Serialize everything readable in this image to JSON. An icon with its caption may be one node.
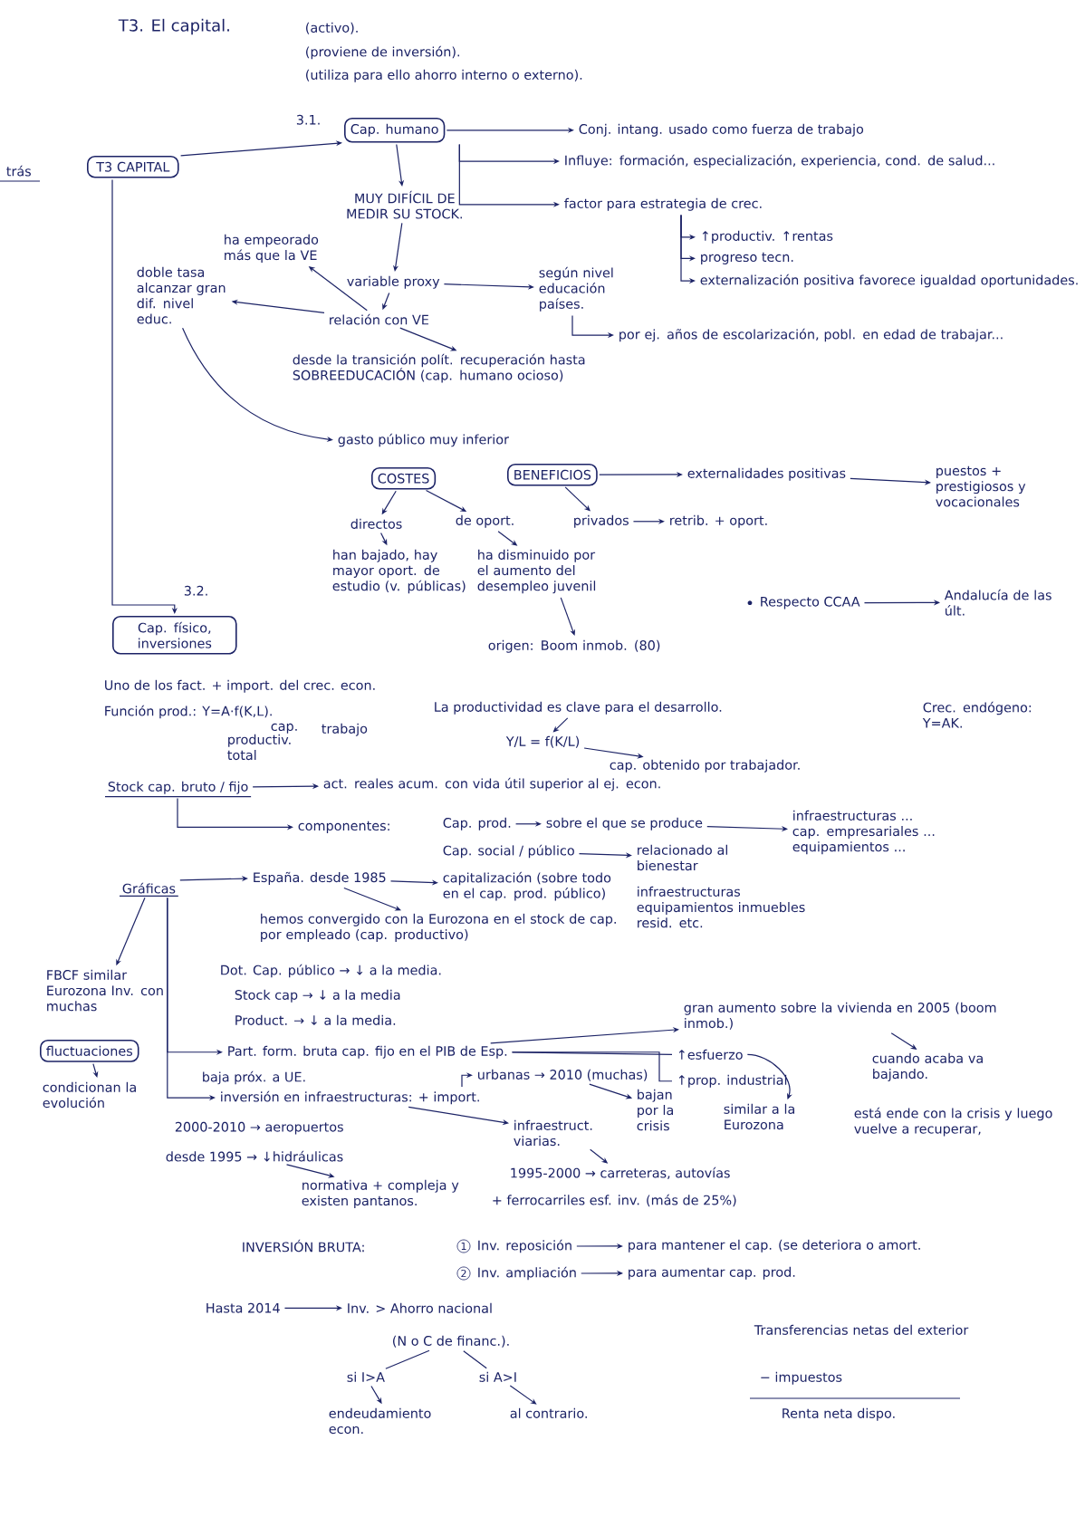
{
  "diagram": {
    "title": "T3. El capital.",
    "nodes": [
      {
        "text": [
          "T3 CAPITAL"
        ]
      },
      {
        "text": [
          "Cap. humano"
        ],
        "beside": [
          "3.1."
        ]
      },
      {
        "text": [
          "Conj. intang. usado como fuerza de trabajo"
        ]
      },
      {
        "text": [
          "Influye: formación, especialización, experiencia, cond. de salud..."
        ]
      },
      {
        "text": [
          "factor para estrategia de crec."
        ]
      },
      {
        "text": [
          "MUY DIFÍCIL DE MEDIR SU STOCK."
        ]
      },
      {
        "text": [
          "variable proxy"
        ]
      },
      {
        "text": [
          "según nivel educación países."
        ]
      },
      {
        "text": [
          "por ej. años de escolarización, pobl. en edad de trabajar..."
        ]
      },
      {
        "text": [
          "relación con VE"
        ]
      },
      {
        "text": [
          "ha empeorado más que la VE"
        ]
      },
      {
        "text": [
          "doble tasa alcanzar gran dif. nivel educ."
        ]
      },
      {
        "text": [
          "↑productiv. ↑rentas"
        ]
      },
      {
        "text": [
          "progreso tecn."
        ]
      },
      {
        "text": [
          "externalización positiva favorece igualdad oportunidades."
        ]
      },
      {
        "text": [
          "desde la transición polít. recuperación hasta SOBREEDUCACIÓN (cap. humano ocioso)"
        ]
      },
      {
        "text": [
          "gasto público muy inferior"
        ]
      },
      {
        "text": [
          "COSTES"
        ]
      },
      {
        "text": [
          "BENEFICIOS"
        ]
      },
      {
        "text": [
          "externalidades positivas"
        ]
      },
      {
        "text": [
          "puestos + prestigiosos y vocacionales"
        ]
      },
      {
        "text": [
          "directos"
        ]
      },
      {
        "text": [
          "de oport."
        ]
      },
      {
        "text": [
          "privados"
        ]
      },
      {
        "text": [
          "retrib. + oport."
        ]
      },
      {
        "text": [
          "han bajado, hay mayor oport. de estudio (v. públicas)"
        ]
      },
      {
        "text": [
          "ha disminuido por el aumento del desempleo juvenil"
        ]
      },
      {
        "text": [
          "origen: Boom inmob. (80)"
        ]
      },
      {
        "text": [
          "Respecto CCAA"
        ]
      },
      {
        "text": [
          "Andalucía de las últ."
        ]
      },
      {
        "text": [
          "Cap. físico, inversiones"
        ],
        "beside": [
          "3.2."
        ]
      },
      {
        "text": [
          "La productividad es clave para el desarrollo."
        ]
      },
      {
        "text": [
          "Y/L = f(K/L)"
        ]
      },
      {
        "text": [
          "cap. obtenido por trabajador."
        ]
      },
      {
        "text": [
          "Stock cap. bruto / fijo"
        ]
      },
      {
        "text": [
          "act. reales acum. con vida útil superior al ej. econ."
        ]
      },
      {
        "text": [
          "componentes:"
        ]
      },
      {
        "text": [
          "Cap. prod."
        ]
      },
      {
        "text": [
          "sobre el que se produce"
        ]
      },
      {
        "text": [
          "Cap. social / público"
        ]
      },
      {
        "text": [
          "relacionado al bienestar"
        ]
      },
      {
        "text": [
          "infraestructuras ... cap. empresariales ... equipamientos ..."
        ]
      },
      {
        "text": [
          "Gráficas"
        ]
      },
      {
        "text": [
          "España. desde 1985"
        ]
      },
      {
        "text": [
          "capitalización (sobre todo en el cap. prod. público)"
        ]
      },
      {
        "text": [
          "hemos convergido con la Eurozona en el stock de cap. por empleado (cap. productivo)"
        ]
      },
      {
        "text": [
          "FBCF similar Eurozona Inv. con muchas"
        ]
      },
      {
        "text": [
          "fluctuaciones"
        ]
      },
      {
        "text": [
          "condicionan la evolución"
        ]
      },
      {
        "text": [
          "Dot. Cap. público → ↓ a la media."
        ]
      },
      {
        "text": [
          "Stock cap → ↓ a la media"
        ]
      },
      {
        "text": [
          "Product. → ↓ a la media."
        ]
      },
      {
        "text": [
          "Part. form. bruta cap. fijo en el PIB de Esp."
        ]
      },
      {
        "text": [
          "inversión en infraestructuras: + import."
        ]
      },
      {
        "text": [
          "↑esfuerzo"
        ]
      },
      {
        "text": [
          "↑prop. industrial"
        ]
      },
      {
        "text": [
          "gran aumento sobre la vivienda en 2005 (boom inmob.)"
        ]
      },
      {
        "text": [
          "cuando acaba va bajando."
        ]
      },
      {
        "text": [
          "similar a la Eurozona"
        ]
      },
      {
        "text": [
          "está ende con la crisis y luego vuelve a recuperar,"
        ]
      },
      {
        "text": [
          "urbanas → 2010 (muchas)"
        ]
      },
      {
        "text": [
          "bajan por la crisis"
        ]
      },
      {
        "text": [
          "infraestruct. viarias."
        ]
      },
      {
        "text": [
          "1995-2000 → carreteras, autovías"
        ]
      },
      {
        "text": [
          "+ ferrocarriles esf. inv. (más de 25%)"
        ]
      },
      {
        "text": [
          "2000-2010 → aeropuertos"
        ]
      },
      {
        "text": [
          "desde 1995 → ↓hidráulicas"
        ]
      },
      {
        "text": [
          "normativa + compleja y existen pantanos."
        ]
      },
      {
        "text": [
          "INVERSIÓN BRUTA:"
        ]
      },
      {
        "text": [
          "Inv. reposición"
        ]
      },
      {
        "text": [
          "para mantener el cap. (se deteriora o amort."
        ]
      },
      {
        "text": [
          "Inv. ampliación"
        ]
      },
      {
        "text": [
          "para aumentar cap. prod."
        ]
      },
      {
        "text": [
          "Hasta 2014"
        ]
      },
      {
        "text": [
          "Inv. > Ahorro nacional"
        ]
      },
      {
        "text": [
          "(N o C de financ.)."
        ]
      },
      {
        "text": [
          "si I>A"
        ]
      },
      {
        "text": [
          "si A>I"
        ]
      },
      {
        "text": [
          "endeudamiento econ."
        ]
      },
      {
        "text": [
          "al contrario."
        ]
      }
    ],
    "edges": [
      {
        "from": 0,
        "to": 1,
        "arrow": "to"
      },
      {
        "from": 1,
        "to": 2,
        "arrow": "to"
      },
      {
        "from": 1,
        "to": 3,
        "arrow": "to"
      },
      {
        "from": 1,
        "to": 4,
        "arrow": "to"
      },
      {
        "from": 1,
        "to": 5,
        "arrow": "to"
      },
      {
        "from": 5,
        "to": 6,
        "arrow": "to"
      },
      {
        "from": 6,
        "to": 7,
        "arrow": "to"
      },
      {
        "from": 7,
        "to": 8,
        "arrow": "to"
      },
      {
        "from": 6,
        "to": 9,
        "arrow": "to"
      },
      {
        "from": 9,
        "to": 10,
        "arrow": "to"
      },
      {
        "from": 9,
        "to": 11,
        "arrow": "to"
      },
      {
        "from": 4,
        "to": 12,
        "arrow": "to"
      },
      {
        "from": 4,
        "to": 13,
        "arrow": "to"
      },
      {
        "from": 4,
        "to": 14,
        "arrow": "to"
      },
      {
        "from": 9,
        "to": 15,
        "arrow": "to"
      },
      {
        "from": 11,
        "to": 16,
        "arrow": "to"
      },
      {
        "from": 18,
        "to": 19,
        "arrow": "to"
      },
      {
        "from": 19,
        "to": 20,
        "arrow": "to"
      },
      {
        "from": 17,
        "to": 21,
        "arrow": "to"
      },
      {
        "from": 17,
        "to": 22,
        "arrow": "to"
      },
      {
        "from": 18,
        "to": 23,
        "arrow": "to"
      },
      {
        "from": 23,
        "to": 24,
        "arrow": "to"
      },
      {
        "from": 21,
        "to": 25,
        "arrow": "to"
      },
      {
        "from": 22,
        "to": 26,
        "arrow": "to"
      },
      {
        "from": 26,
        "to": 27,
        "arrow": "to"
      },
      {
        "from": 28,
        "to": 29,
        "arrow": "to"
      },
      {
        "from": 0,
        "to": 30,
        "arrow": "to"
      },
      {
        "from": 31,
        "to": 32,
        "arrow": "to"
      },
      {
        "from": 32,
        "to": 33,
        "arrow": "to"
      },
      {
        "from": 34,
        "to": 35,
        "arrow": "to"
      },
      {
        "from": 34,
        "to": 36,
        "arrow": "to"
      },
      {
        "from": 37,
        "to": 38,
        "arrow": "to"
      },
      {
        "from": 39,
        "to": 40,
        "arrow": "to"
      },
      {
        "from": 38,
        "to": 41,
        "arrow": "to"
      },
      {
        "from": 42,
        "to": 43,
        "arrow": "to"
      },
      {
        "from": 43,
        "to": 44,
        "arrow": "to"
      },
      {
        "from": 43,
        "to": 45,
        "arrow": "to"
      },
      {
        "from": 42,
        "to": 46,
        "arrow": "to"
      },
      {
        "from": 47,
        "to": 48,
        "arrow": "to"
      },
      {
        "from": 42,
        "to": 52,
        "arrow": "to"
      },
      {
        "from": 42,
        "to": 53,
        "arrow": "to"
      },
      {
        "from": 52,
        "to": 54,
        "arrow": "none"
      },
      {
        "from": 52,
        "to": 55,
        "arrow": "none"
      },
      {
        "from": 52,
        "to": 56,
        "arrow": "to"
      },
      {
        "from": 56,
        "to": 57,
        "arrow": "to"
      },
      {
        "from": 54,
        "to": 58,
        "arrow": "to"
      },
      {
        "from": 53,
        "to": 60,
        "arrow": "to"
      },
      {
        "from": 60,
        "to": 61,
        "arrow": "to"
      },
      {
        "from": 53,
        "to": 62,
        "arrow": "to"
      },
      {
        "from": 62,
        "to": 63,
        "arrow": "to"
      },
      {
        "from": 66,
        "to": 67,
        "arrow": "to"
      },
      {
        "from": 69,
        "to": 70,
        "arrow": "to"
      },
      {
        "from": 71,
        "to": 72,
        "arrow": "to"
      },
      {
        "from": 73,
        "to": 74,
        "arrow": "to"
      },
      {
        "from": 75,
        "to": 76,
        "arrow": "none"
      },
      {
        "from": 75,
        "to": 77,
        "arrow": "none"
      },
      {
        "from": 76,
        "to": 78,
        "arrow": "to"
      },
      {
        "from": 77,
        "to": 79,
        "arrow": "to"
      }
    ],
    "labels": [
      "(activo).",
      "(proviene de inversión).",
      "(utiliza para ello ahorro interno o externo).",
      "trás",
      "Uno de los fact. + import. del crec. econ.",
      "Función prod.: Y=A·f(K,L).",
      "cap.",
      "trabajo",
      "productiv. total",
      "Crec. endógeno: Y=AK.",
      "infraestructuras equipamientos inmuebles resid. etc.",
      "baja próx. a UE.",
      "1",
      "2",
      "Transferencias netas del exterior",
      "− impuestos",
      "Renta neta dispo."
    ]
  }
}
